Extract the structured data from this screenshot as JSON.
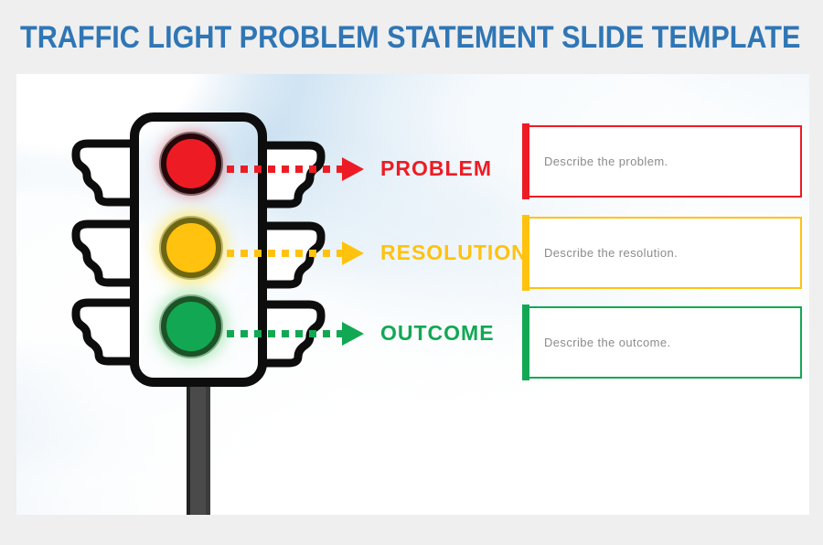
{
  "page": {
    "background": "#EFEFEF"
  },
  "header": {
    "title": "TRAFFIC LIGHT PROBLEM STATEMENT SLIDE TEMPLATE",
    "color": "#2F76B5"
  },
  "traffic_light": {
    "icon": "traffic-light-icon",
    "pole_color": "#4A4A4A",
    "lights": [
      {
        "name": "red-light",
        "color": "#ED1C24"
      },
      {
        "name": "amber-light",
        "color": "#FFC20E"
      },
      {
        "name": "green-light",
        "color": "#12A853"
      }
    ]
  },
  "rows": [
    {
      "label": "PROBLEM",
      "placeholder": "Describe the problem.",
      "accent": "#ED1C24"
    },
    {
      "label": "RESOLUTION",
      "placeholder": "Describe the resolution.",
      "accent": "#FFC20E"
    },
    {
      "label": "OUTCOME",
      "placeholder": "Describe the outcome.",
      "accent": "#12A853"
    }
  ],
  "placeholder_text_color": "#8B8B8B"
}
